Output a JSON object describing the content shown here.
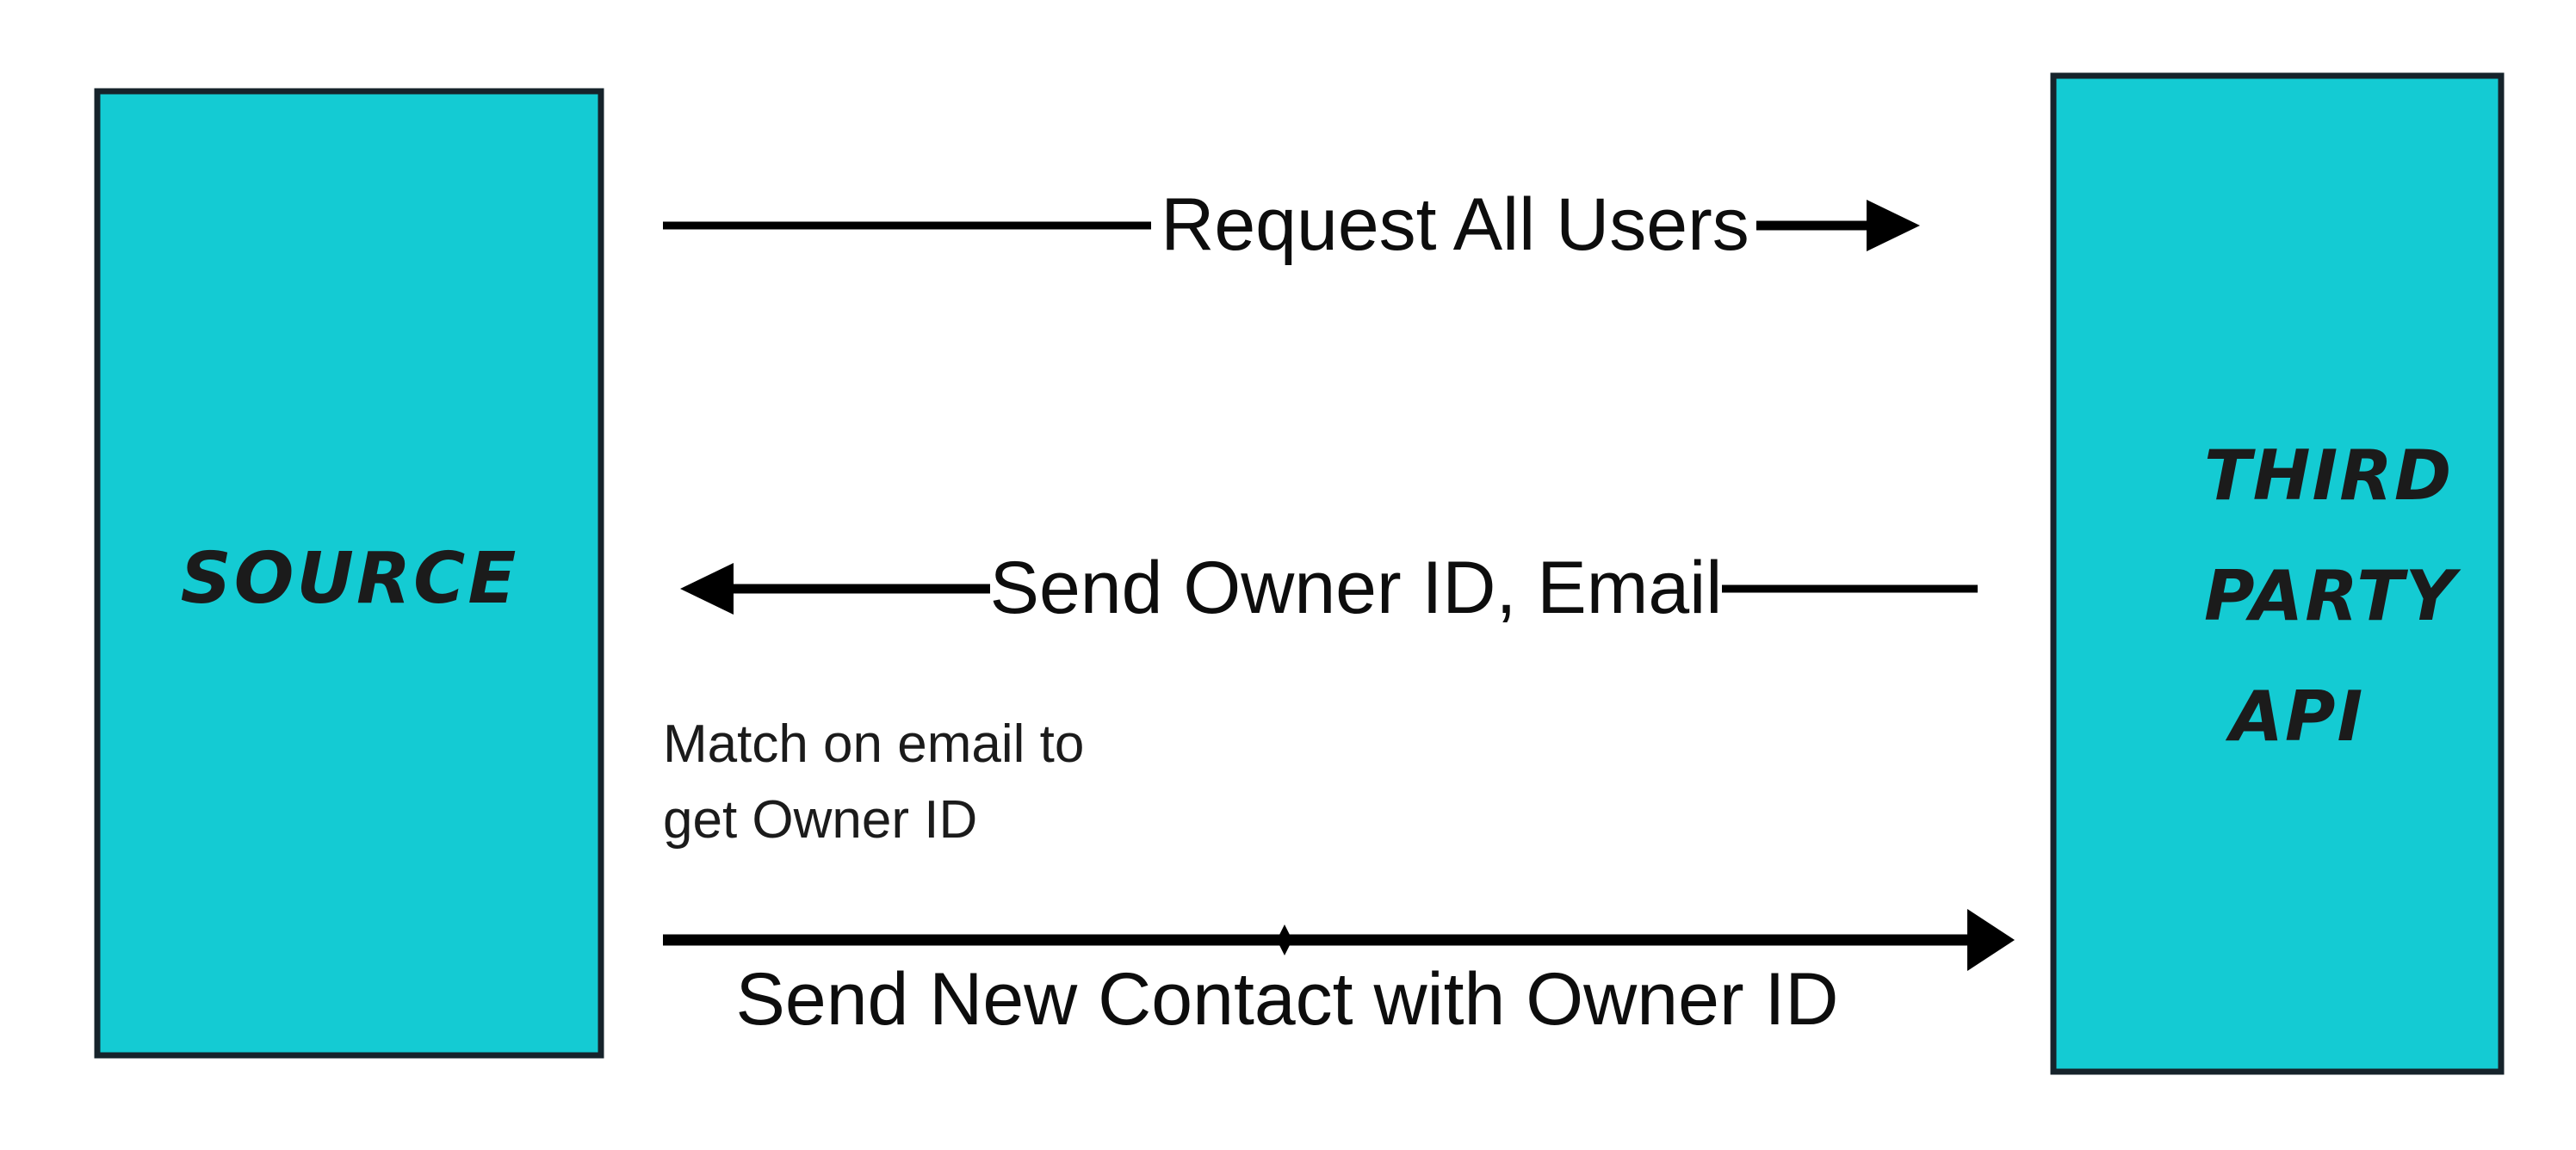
{
  "diagram": {
    "type": "sequence-diagram",
    "background_color": "#ffffff",
    "node_fill_color": "#14CBD3",
    "node_stroke_color": "#16232b",
    "line_color": "#000000",
    "text_color": "#1a1a1a",
    "nodes": [
      {
        "id": "source",
        "label": "SOURCE",
        "lines": [
          "SOURCE"
        ],
        "side": "left"
      },
      {
        "id": "third-party-api",
        "label": "THIRD PARTY API",
        "lines": [
          "THIRD",
          "PARTY",
          "API"
        ],
        "side": "right"
      }
    ],
    "edges": [
      {
        "id": "request-all-users",
        "label": "Request All Users",
        "direction": "right",
        "from": "source",
        "to": "third-party-api"
      },
      {
        "id": "send-owner-id-email",
        "label": "Send Owner ID, Email",
        "direction": "left",
        "from": "third-party-api",
        "to": "source"
      },
      {
        "id": "send-new-contact",
        "label": "Send New Contact with Owner ID",
        "direction": "right",
        "from": "source",
        "to": "third-party-api",
        "has_midpoint_marker": true
      }
    ],
    "notes": [
      {
        "id": "match-on-email",
        "lines": [
          "Match on email to",
          "get Owner ID"
        ],
        "text": "Match on email to get Owner ID"
      }
    ]
  }
}
